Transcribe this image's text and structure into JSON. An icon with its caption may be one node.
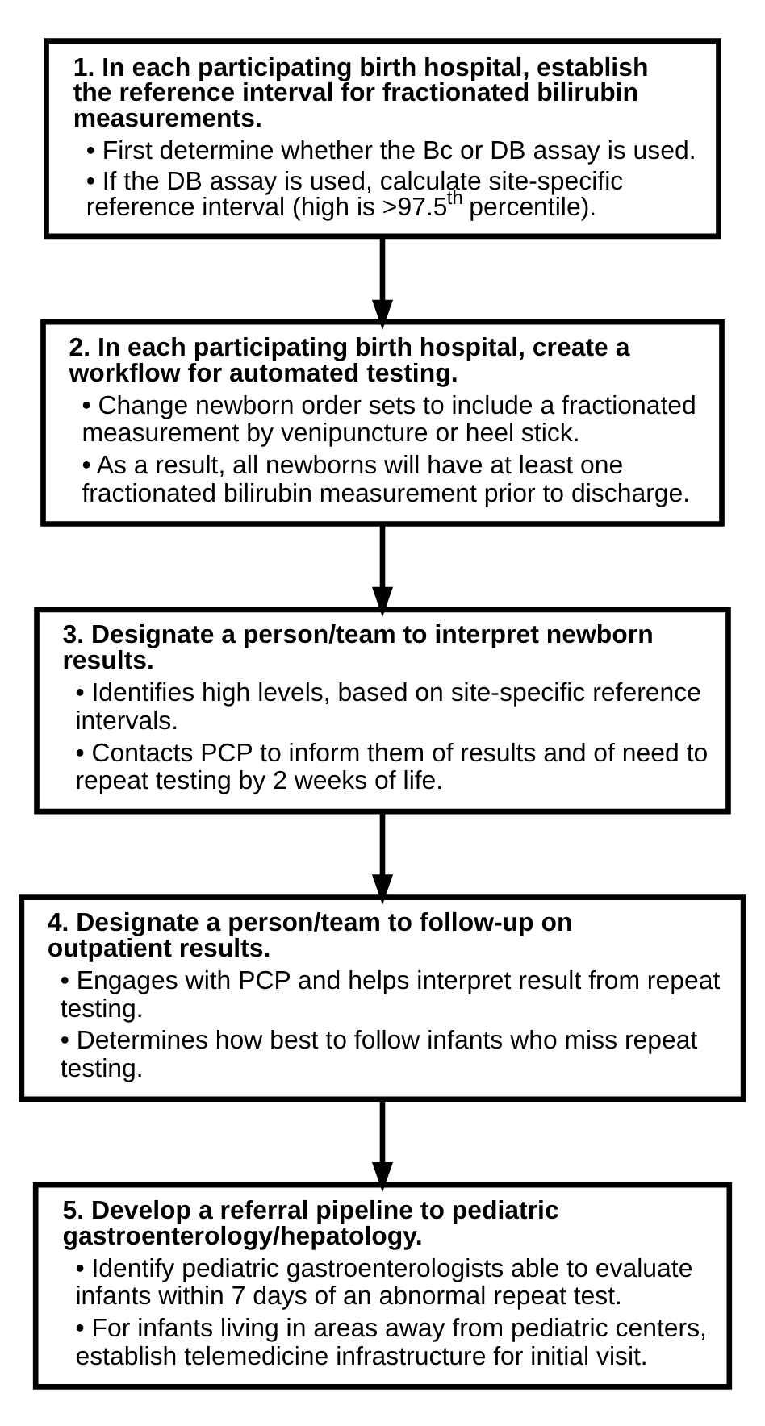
{
  "diagram": {
    "nodes": [
      {
        "text": [
          "1. In each participating birth hospital, establish the reference interval for fractionated bilirubin measurements.",
          "• First determine whether the Bc or DB assay is used.",
          "• If the DB assay is used, calculate site-specific reference interval (high is >97.5$^{th}$ percentile)."
        ]
      },
      {
        "text": [
          "2. In each participating birth hospital, create a workflow for automated testing.",
          "• Change newborn order sets to include a fractionated measurement by venipuncture or heel stick.",
          "• As a result, all newborns will have at least one fractionated bilirubin measurement prior to discharge."
        ]
      },
      {
        "text": [
          "3. Designate a person/team to interpret newborn results.",
          "• Identifies high levels, based on site-specific reference intervals.",
          "• Contacts PCP to inform them of results and of need to repeat testing by 2 weeks of life."
        ]
      },
      {
        "text": [
          "4. Designate a person/team to follow-up on outpatient results.",
          "• Engages with PCP and helps interpret result from repeat testing.",
          "• Determines how best to follow infants who miss repeat testing."
        ]
      },
      {
        "text": [
          "5. Develop a referral pipeline to pediatric gastroenterology/hepatology.",
          "• Identify pediatric gastroenterologists able to evaluate infants within 7 days of an abnormal repeat test.",
          "• For infants living in areas away from pediatric centers, establish telemedicine infrastructure for initial visit."
        ]
      }
    ],
    "edges": [
      {
        "from": 0,
        "to": 1,
        "arrow": "to"
      },
      {
        "from": 1,
        "to": 2,
        "arrow": "to"
      },
      {
        "from": 2,
        "to": 3,
        "arrow": "to"
      },
      {
        "from": 3,
        "to": 4,
        "arrow": "to"
      }
    ]
  }
}
